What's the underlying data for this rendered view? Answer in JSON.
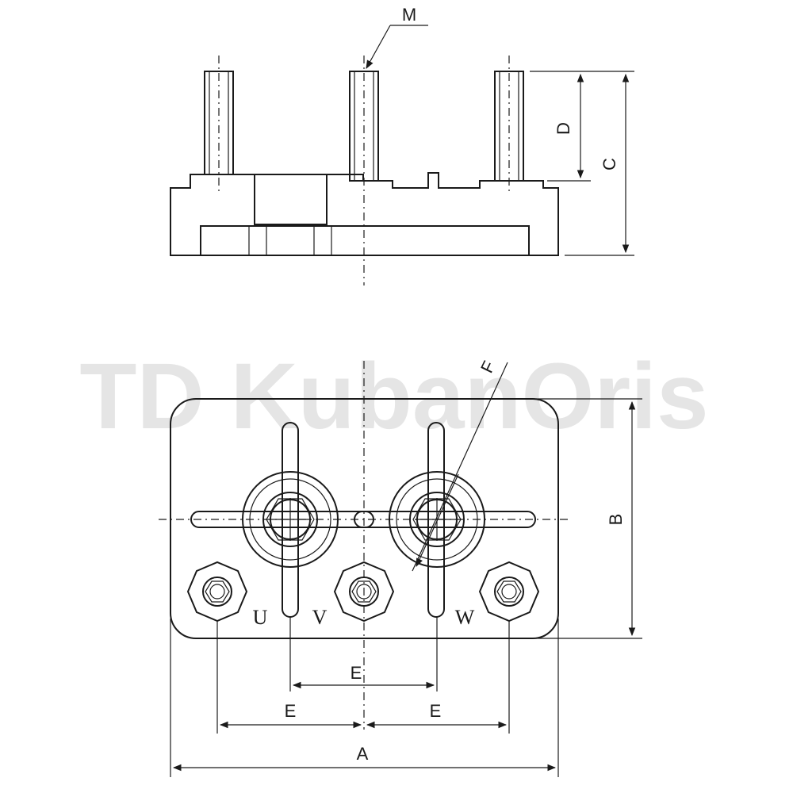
{
  "watermark": "TD KubanOris",
  "labels": {
    "M": "M",
    "C": "C",
    "D": "D",
    "B": "B",
    "F": "F",
    "A": "A",
    "E_center": "E",
    "E_left": "E",
    "E_right": "E",
    "U": "U",
    "V": "V",
    "W": "W"
  },
  "colors": {
    "line": "#1a1a1a",
    "watermark": "#d0d0d0",
    "background": "#ffffff"
  }
}
